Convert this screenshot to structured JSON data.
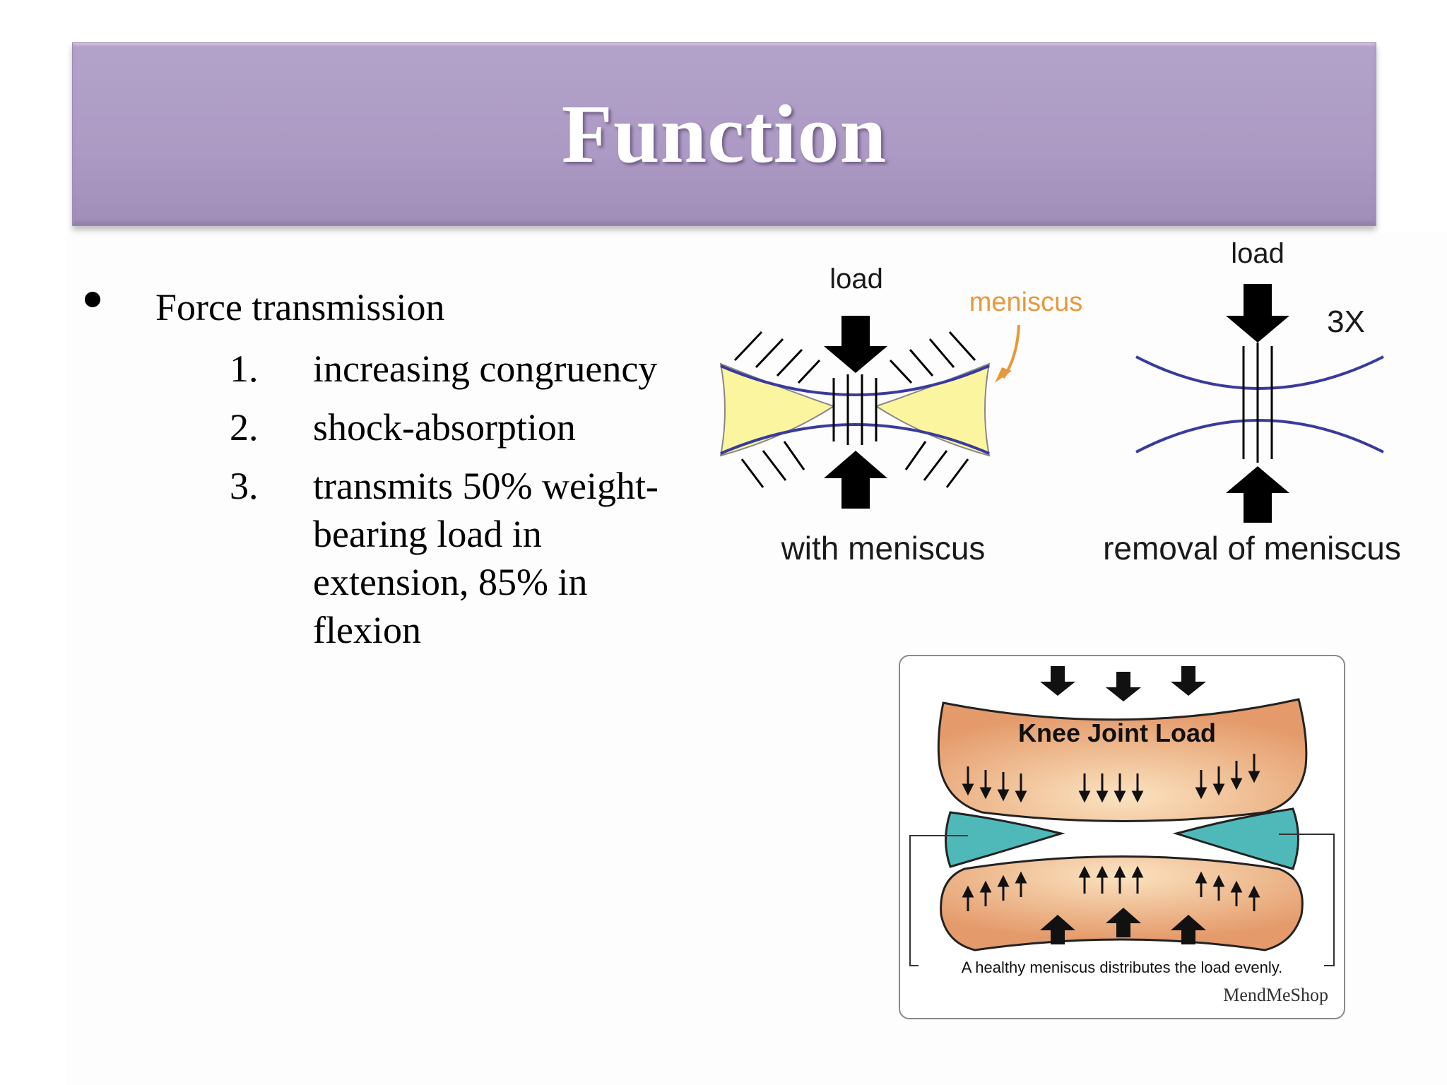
{
  "slide": {
    "title": "Function",
    "bullet": "Force transmission",
    "items": [
      {
        "num": "1.",
        "text": "increasing congruency"
      },
      {
        "num": "2.",
        "text": "shock-absorption"
      },
      {
        "num": "3.",
        "text": "transmits 50% weight-bearing load in extension, 85% in flexion"
      }
    ]
  },
  "diagram_top": {
    "left_load_label": "load",
    "meniscus_label": "meniscus",
    "right_load_label": "load",
    "multiplier_label": "3X",
    "left_caption": "with meniscus",
    "right_caption": "removal of meniscus"
  },
  "diagram_bottom": {
    "title": "Knee Joint Load",
    "caption": "A healthy meniscus distributes the load evenly.",
    "brand": "MendMeShop"
  },
  "colors": {
    "banner": "#ac9ac4",
    "meniscus_yellow": "#fbf5a0",
    "meniscus_label": "#e8983a",
    "contact_line": "#3a3a9e",
    "bone": "#e9a878",
    "meniscus_teal": "#4fb9b9"
  }
}
